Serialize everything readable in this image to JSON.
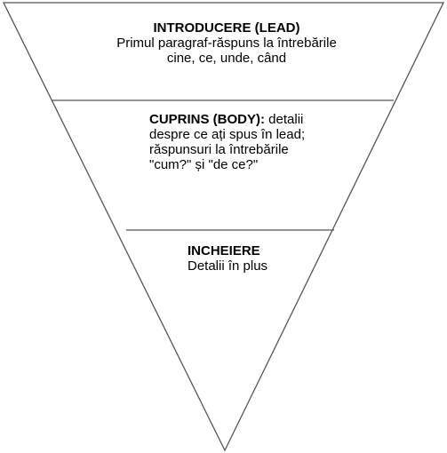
{
  "diagram": {
    "sections": [
      {
        "title": "INTRODUCERE (LEAD)",
        "lines": [
          "Primul paragraf-răspuns la întrebările",
          "cine, ce, unde, când"
        ]
      },
      {
        "title": "CUPRINS (BODY):",
        "title_rest": " detalii",
        "lines": [
          "despre ce ați spus în lead;",
          "răspunsuri la întrebările",
          "\"cum?\" și \"de ce?\""
        ]
      },
      {
        "title": "INCHEIERE",
        "lines": [
          "Detalii în plus"
        ]
      }
    ],
    "colors": {
      "stroke": "#555555",
      "text": "#000000",
      "background": "#ffffff"
    }
  }
}
